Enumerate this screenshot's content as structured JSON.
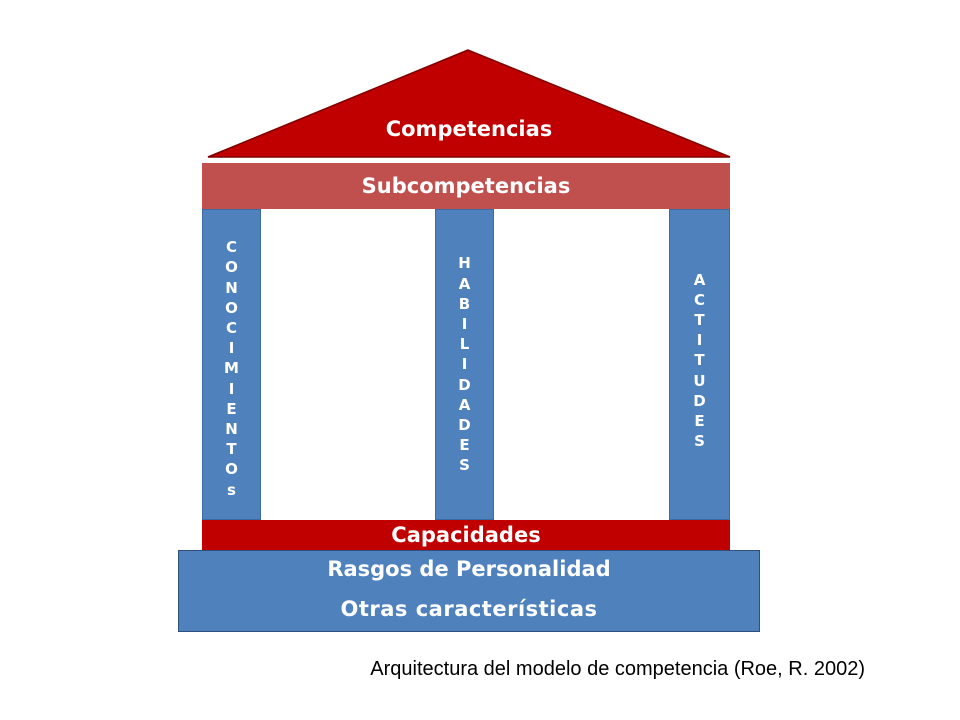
{
  "roof": {
    "label": "Competencias",
    "color": "#c00000"
  },
  "subcompetencias": {
    "label": "Subcompetencias",
    "color": "#c0504d"
  },
  "pillars": [
    {
      "letters": [
        "C",
        "O",
        "N",
        "O",
        "C",
        "I",
        "M",
        "I",
        "E",
        "N",
        "T",
        "O",
        "s"
      ],
      "color": "#4f81bd"
    },
    {
      "letters": [
        "H",
        "A",
        "B",
        "I",
        "L",
        "I",
        "D",
        "A",
        "D",
        "E",
        "S"
      ],
      "color": "#4f81bd"
    },
    {
      "letters": [
        "A",
        "C",
        "T",
        "I",
        "T",
        "U",
        "D",
        "E",
        "S"
      ],
      "color": "#4f81bd"
    }
  ],
  "capacidades": {
    "label": "Capacidades",
    "color": "#c00000"
  },
  "rasgos": {
    "label": "Rasgos de Personalidad",
    "color": "#4f81bd"
  },
  "otras": {
    "label": "Otras características",
    "color": "#4f81bd"
  },
  "caption": "Arquitectura del modelo de competencia (Roe, R. 2002)"
}
